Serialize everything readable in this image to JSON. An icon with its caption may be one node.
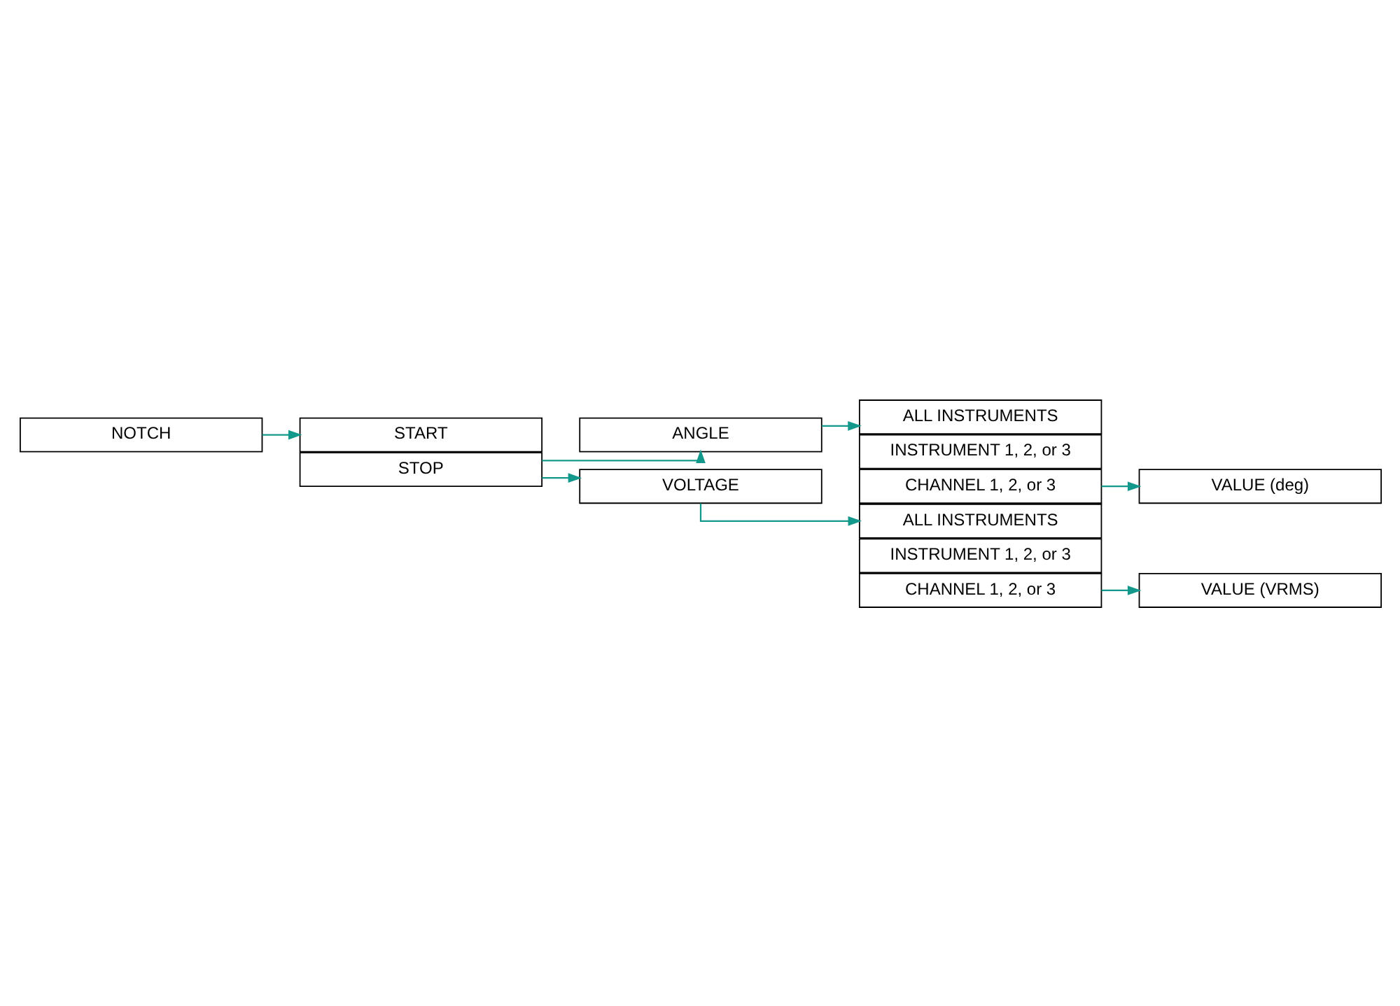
{
  "diagram": {
    "nodes": [
      {
        "text": [
          "NOTCH"
        ]
      },
      {
        "text": [
          "START"
        ]
      },
      {
        "text": [
          "STOP"
        ]
      },
      {
        "text": [
          "ANGLE"
        ]
      },
      {
        "text": [
          "ALL INSTRUMENTS"
        ]
      },
      {
        "text": [
          "INSTRUMENT 1, 2, or 3"
        ]
      },
      {
        "text": [
          "CHANNEL 1, 2, or 3"
        ]
      },
      {
        "text": [
          "VALUE (deg)"
        ]
      },
      {
        "text": [
          "VOLTAGE"
        ]
      },
      {
        "text": [
          "ALL INSTRUMENTS"
        ]
      },
      {
        "text": [
          "INSTRUMENT 1, 2, or 3"
        ]
      },
      {
        "text": [
          "CHANNEL 1, 2, or 3"
        ]
      },
      {
        "text": [
          "VALUE (VRMS)"
        ]
      }
    ],
    "edges": [
      {
        "from": 0,
        "to": 1,
        "arrow": "to"
      },
      {
        "from": 2,
        "to": 3,
        "arrow": "to"
      },
      {
        "from": 2,
        "to": 8,
        "arrow": "to"
      },
      {
        "from": 3,
        "to": 4,
        "arrow": "to"
      },
      {
        "from": 6,
        "to": 7,
        "arrow": "to"
      },
      {
        "from": 8,
        "to": 9,
        "arrow": "to"
      },
      {
        "from": 11,
        "to": 12,
        "arrow": "to"
      }
    ]
  }
}
